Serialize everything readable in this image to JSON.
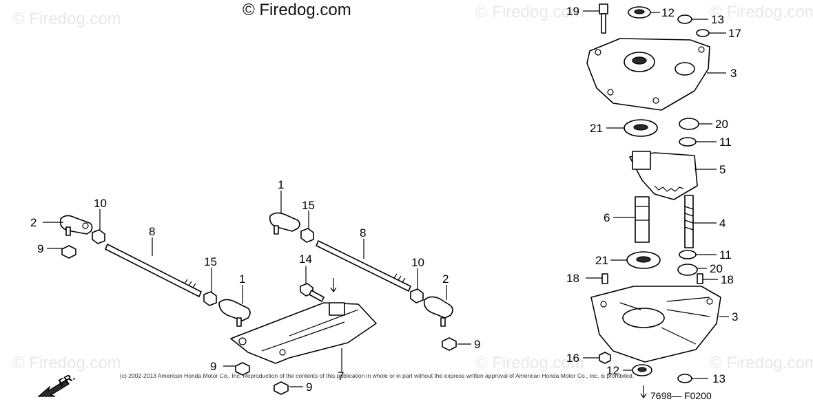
{
  "brand": "© Firedog.com",
  "watermark": "© Firedog.com",
  "copyright": "(c) 2002-2013 American Honda Motor Co., Inc. Reproduction of the contents of this publication in whole or in part without the express written approval of American Honda Motor Co., Inc. is prohibited.",
  "diagram_code": "7698— F0200",
  "direction": "FR.",
  "callouts": {
    "c1a": "1",
    "c1b": "1",
    "c2a": "2",
    "c2b": "2",
    "c3a": "3",
    "c3b": "3",
    "c4": "4",
    "c5": "5",
    "c6": "6",
    "c7": "7",
    "c8a": "8",
    "c8b": "8",
    "c9a": "9",
    "c9b": "9",
    "c9c": "9",
    "c9d": "9",
    "c10a": "10",
    "c10b": "10",
    "c11a": "11",
    "c11b": "11",
    "c12a": "12",
    "c12b": "12",
    "c13a": "13",
    "c13b": "13",
    "c14": "14",
    "c15a": "15",
    "c15b": "15",
    "c16": "16",
    "c17": "17",
    "c18a": "18",
    "c18b": "18",
    "c19": "19",
    "c20a": "20",
    "c20b": "20",
    "c21a": "21",
    "c21b": "21"
  }
}
